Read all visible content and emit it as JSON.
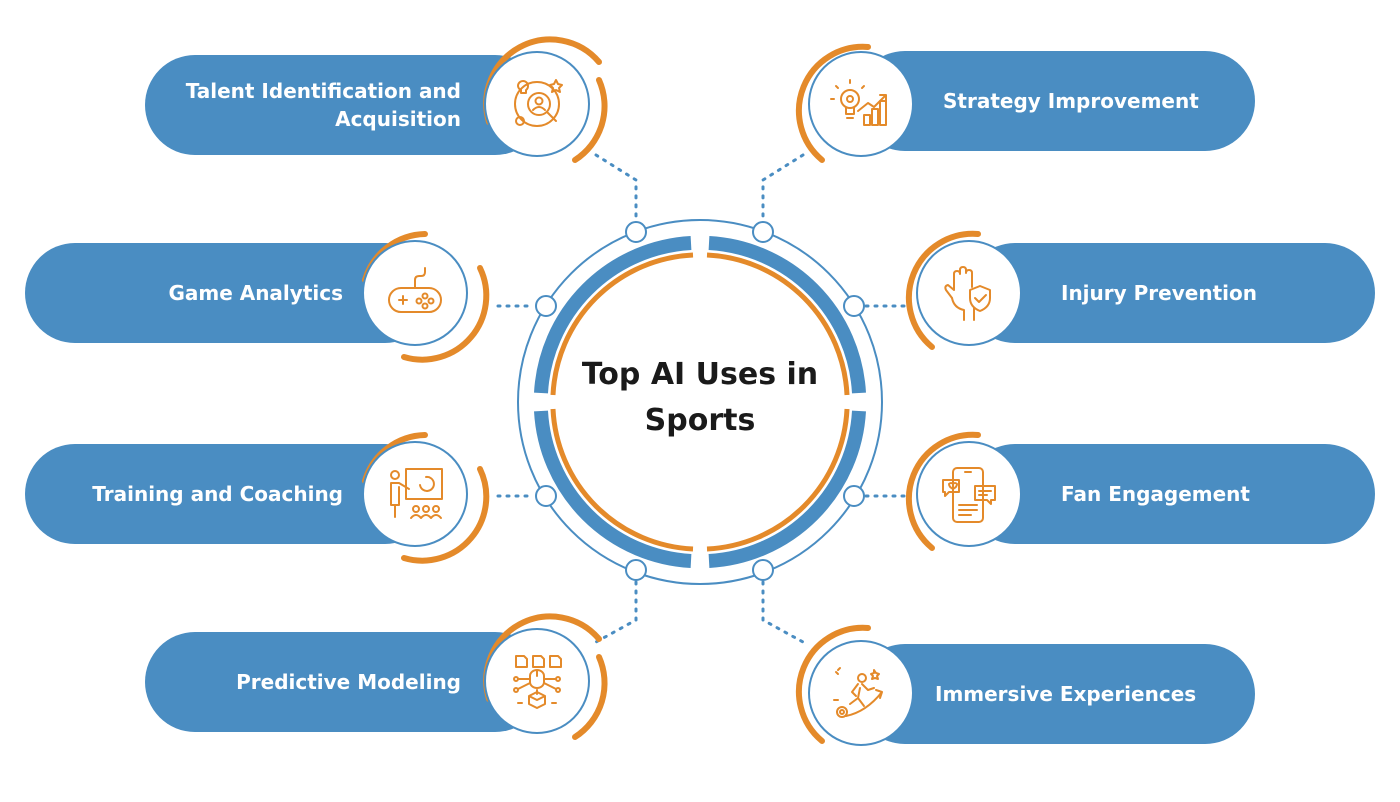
{
  "diagram": {
    "title": "Top AI Uses in\nSports",
    "colors": {
      "blue": "#4a8dc2",
      "orange": "#e48a2a",
      "text_dark": "#1a1a1a",
      "label_text": "#ffffff"
    },
    "items": [
      {
        "id": "talent",
        "label": "Talent Identification and\nAcquisition",
        "side": "left",
        "icon": "talent-search-icon"
      },
      {
        "id": "game",
        "label": "Game Analytics",
        "side": "left",
        "icon": "gamepad-icon"
      },
      {
        "id": "training",
        "label": "Training and Coaching",
        "side": "left",
        "icon": "training-board-icon"
      },
      {
        "id": "predictive",
        "label": "Predictive Modeling",
        "side": "left",
        "icon": "network-model-icon"
      },
      {
        "id": "strategy",
        "label": "Strategy Improvement",
        "side": "right",
        "icon": "bulb-growth-chart-icon"
      },
      {
        "id": "injury",
        "label": "Injury Prevention",
        "side": "right",
        "icon": "hand-shield-icon"
      },
      {
        "id": "fan",
        "label": "Fan Engagement",
        "side": "right",
        "icon": "phone-chat-icon"
      },
      {
        "id": "immersive",
        "label": "Immersive Experiences",
        "side": "right",
        "icon": "person-rising-arrow-icon"
      }
    ]
  }
}
